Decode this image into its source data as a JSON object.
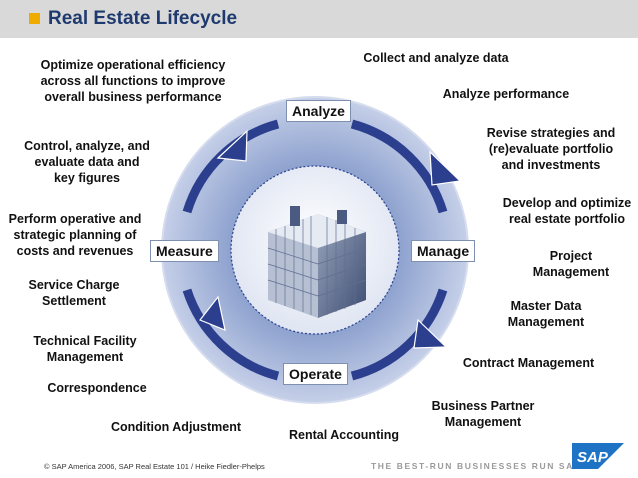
{
  "header": {
    "title": "Real Estate Lifecycle",
    "accent": "#f0ab00",
    "bar_color": "#d9d9d9"
  },
  "stages": {
    "analyze": "Analyze",
    "manage": "Manage",
    "operate": "Operate",
    "measure": "Measure"
  },
  "labels": {
    "optimize_efficiency": "Optimize operational efficiency\nacross all functions to improve\noverall business performance",
    "collect_analyze": "Collect and analyze data",
    "analyze_performance": "Analyze performance",
    "revise_strategies": "Revise strategies and\n(re)evaluate portfolio\nand investments",
    "control_analyze": "Control, analyze, and\nevaluate data and\nkey figures",
    "develop_optimize": "Develop and optimize\nreal estate portfolio",
    "perform_operative": "Perform operative and\nstrategic planning of\ncosts and revenues",
    "project_management": "Project\nManagement",
    "service_charge": "Service Charge\nSettlement",
    "master_data": "Master Data\nManagement",
    "technical_facility": "Technical Facility\nManagement",
    "contract_management": "Contract Management",
    "correspondence": "Correspondence",
    "business_partner": "Business Partner\nManagement",
    "condition_adjustment": "Condition Adjustment",
    "rental_accounting": "Rental Accounting"
  },
  "footer": {
    "copyright": "© SAP America 2006, SAP Real Estate 101 / Heike Fiedler-Phelps",
    "tagline": "THE BEST-RUN BUSINESSES RUN SAP",
    "logo_text": "SAP"
  },
  "colors": {
    "ring_outer": "#c9d2e6",
    "ring_inner": "#8fa2c8",
    "arrow": "#2b3f8e",
    "logo_blue": "#1f73c4"
  }
}
